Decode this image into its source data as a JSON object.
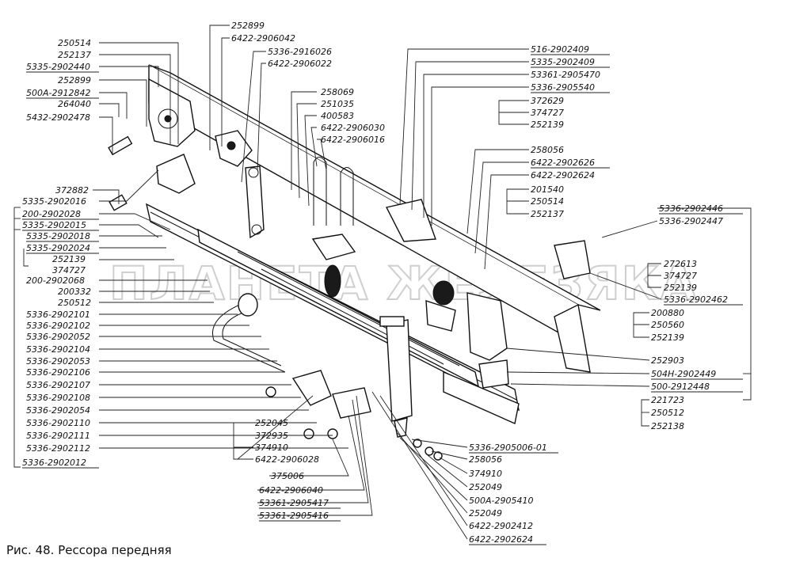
{
  "caption": "Рис. 48. Рессора передняя",
  "watermark": "ПЛАНЕТА ЖЕЛЕЗЯКА",
  "labels": [
    {
      "id": "l1",
      "text": "250514"
    },
    {
      "id": "l2",
      "text": "252137"
    },
    {
      "id": "l3",
      "text": "5335-2902440"
    },
    {
      "id": "l4",
      "text": "252899"
    },
    {
      "id": "l5",
      "text": "500А-2912842"
    },
    {
      "id": "l6",
      "text": "264040"
    },
    {
      "id": "l7",
      "text": "5432-2902478"
    },
    {
      "id": "l8",
      "text": "372882"
    },
    {
      "id": "l9",
      "text": "5335-2902016"
    },
    {
      "id": "l10",
      "text": "200-2902028"
    },
    {
      "id": "l11",
      "text": "5335-2902015"
    },
    {
      "id": "l12",
      "text": "5335-2902018"
    },
    {
      "id": "l13",
      "text": "5335-2902024"
    },
    {
      "id": "l14",
      "text": "252139"
    },
    {
      "id": "l15",
      "text": "374727"
    },
    {
      "id": "l16",
      "text": "200-2902068"
    },
    {
      "id": "l17",
      "text": "200332"
    },
    {
      "id": "l18",
      "text": "250512"
    },
    {
      "id": "l19",
      "text": "5336-2902101"
    },
    {
      "id": "l20",
      "text": "5336-2902102"
    },
    {
      "id": "l21",
      "text": "5336-2902052"
    },
    {
      "id": "l22",
      "text": "5336-2902104"
    },
    {
      "id": "l23",
      "text": "5336-2902053"
    },
    {
      "id": "l24",
      "text": "5336-2902106"
    },
    {
      "id": "l25",
      "text": "5336-2902107"
    },
    {
      "id": "l26",
      "text": "5336-2902108"
    },
    {
      "id": "l27",
      "text": "5336-2902054"
    },
    {
      "id": "l28",
      "text": "5336-2902110"
    },
    {
      "id": "l29",
      "text": "5336-2902111"
    },
    {
      "id": "l30",
      "text": "5336-2902112"
    },
    {
      "id": "l31",
      "text": "5336-2902012"
    },
    {
      "id": "t1",
      "text": "252899"
    },
    {
      "id": "t2",
      "text": "6422-2906042"
    },
    {
      "id": "t3",
      "text": "5336-2916026"
    },
    {
      "id": "t4",
      "text": "6422-2906022"
    },
    {
      "id": "t5",
      "text": "258069"
    },
    {
      "id": "t6",
      "text": "251035"
    },
    {
      "id": "t7",
      "text": "400583"
    },
    {
      "id": "t8",
      "text": "6422-2906030"
    },
    {
      "id": "t9",
      "text": "6422-2906016"
    },
    {
      "id": "r1",
      "text": "516-2902409"
    },
    {
      "id": "r2",
      "text": "5335-2902409"
    },
    {
      "id": "r3",
      "text": "53361-2905470"
    },
    {
      "id": "r4",
      "text": "5336-2905540"
    },
    {
      "id": "r5",
      "text": "372629"
    },
    {
      "id": "r6",
      "text": "374727"
    },
    {
      "id": "r7",
      "text": "252139"
    },
    {
      "id": "r8",
      "text": "258056"
    },
    {
      "id": "r9",
      "text": "6422-2902626"
    },
    {
      "id": "r10",
      "text": "6422-2902624"
    },
    {
      "id": "r11",
      "text": "201540"
    },
    {
      "id": "r12",
      "text": "250514"
    },
    {
      "id": "r13",
      "text": "252137"
    },
    {
      "id": "r14",
      "text": "5336-2902446"
    },
    {
      "id": "r15",
      "text": "5336-2902447"
    },
    {
      "id": "r16",
      "text": "272613"
    },
    {
      "id": "r17",
      "text": "374727"
    },
    {
      "id": "r18",
      "text": "252139"
    },
    {
      "id": "r19",
      "text": "5336-2902462"
    },
    {
      "id": "r20",
      "text": "200880"
    },
    {
      "id": "r21",
      "text": "250560"
    },
    {
      "id": "r22",
      "text": "252139"
    },
    {
      "id": "r23",
      "text": "252903"
    },
    {
      "id": "r24",
      "text": "504Н-2902449"
    },
    {
      "id": "r25",
      "text": "500-2912448"
    },
    {
      "id": "r26",
      "text": "221723"
    },
    {
      "id": "r27",
      "text": "250512"
    },
    {
      "id": "r28",
      "text": "252138"
    },
    {
      "id": "b1",
      "text": "252045"
    },
    {
      "id": "b2",
      "text": "372935"
    },
    {
      "id": "b3",
      "text": "374910"
    },
    {
      "id": "b4",
      "text": "6422-2906028"
    },
    {
      "id": "b5",
      "text": "375006"
    },
    {
      "id": "b6",
      "text": "6422-2906040"
    },
    {
      "id": "b7",
      "text": "53361-2905417"
    },
    {
      "id": "b8",
      "text": "53361-2905416"
    },
    {
      "id": "b9",
      "text": "5336-2905006-01"
    },
    {
      "id": "b10",
      "text": "258056"
    },
    {
      "id": "b11",
      "text": "374910"
    },
    {
      "id": "b12",
      "text": "252049"
    },
    {
      "id": "b13",
      "text": "500А-2905410"
    },
    {
      "id": "b14",
      "text": "252049"
    },
    {
      "id": "b15",
      "text": "6422-2902412"
    },
    {
      "id": "b16",
      "text": "6422-2902624"
    }
  ]
}
